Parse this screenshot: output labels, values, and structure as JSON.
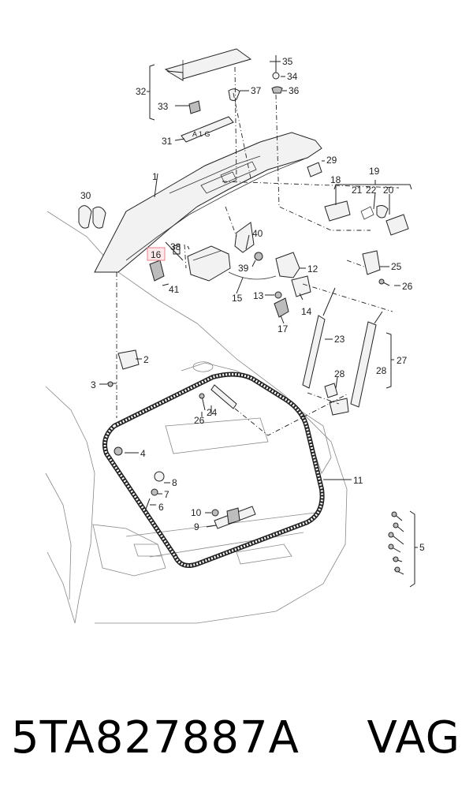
{
  "diagram": {
    "callouts": [
      "1",
      "2",
      "3",
      "4",
      "5",
      "6",
      "7",
      "8",
      "9",
      "10",
      "11",
      "12",
      "13",
      "14",
      "15",
      "16",
      "17",
      "18",
      "19",
      "20",
      "21",
      "22",
      "23",
      "24",
      "25",
      "26",
      "27",
      "28",
      "29",
      "30",
      "31",
      "32",
      "33",
      "34",
      "35",
      "36",
      "37",
      "38",
      "39",
      "40",
      "41"
    ],
    "highlighted_callout": "16",
    "extra_labels": {
      "l26b": "26",
      "l28b": "28"
    }
  },
  "caption": {
    "part_number": "5TA827887A",
    "brand": "VAG"
  }
}
